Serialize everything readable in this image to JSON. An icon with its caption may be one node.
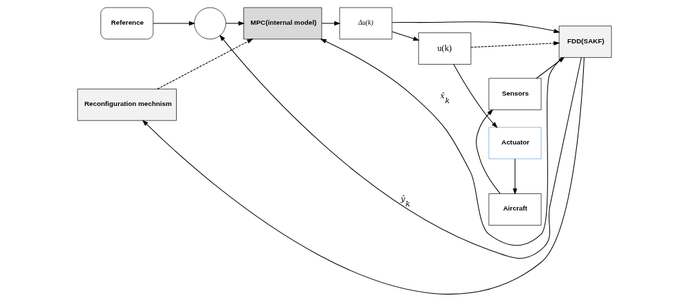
{
  "diagram": {
    "nodes": [
      {
        "text": [
          "Reference"
        ]
      },
      {
        "text": [],
        "shape": "circle"
      },
      {
        "text": [
          "MPC(internal model)"
        ]
      },
      {
        "text": [
          "*Δu(k)*"
        ]
      },
      {
        "text": [
          "u(k)"
        ]
      },
      {
        "text": [
          "Actuator"
        ]
      },
      {
        "text": [
          "Aircraft"
        ]
      },
      {
        "text": [
          "Sensors"
        ]
      },
      {
        "text": [
          "Reconfiguration mechnism"
        ]
      },
      {
        "text": [
          "FDD(SAKF)"
        ]
      }
    ],
    "edges": [
      {
        "from": 0,
        "to": 1,
        "arrow": "to"
      },
      {
        "from": 1,
        "to": 2,
        "arrow": "to"
      },
      {
        "from": 2,
        "to": 3,
        "arrow": "to"
      },
      {
        "from": 3,
        "to": 4,
        "arrow": "to"
      },
      {
        "from": 4,
        "to": 5,
        "arrow": "to"
      },
      {
        "from": 5,
        "to": 6,
        "arrow": "to"
      },
      {
        "from": 6,
        "to": 7,
        "arrow": "to"
      },
      {
        "from": 7,
        "to": 9,
        "arrow": "to"
      },
      {
        "from": 3,
        "to": 9,
        "arrow": "to"
      },
      {
        "from": 4,
        "to": 9,
        "arrow": "to",
        "style": "dashed"
      },
      {
        "from": 9,
        "to": 8,
        "arrow": "to"
      },
      {
        "from": 8,
        "to": 2,
        "arrow": "to",
        "style": "dashed"
      },
      {
        "from": 9,
        "to": 2,
        "arrow": "to",
        "label": "x̂$_{k}$"
      },
      {
        "from": 9,
        "to": 1,
        "arrow": "to",
        "label": "ŷ$_{k}$"
      }
    ]
  }
}
